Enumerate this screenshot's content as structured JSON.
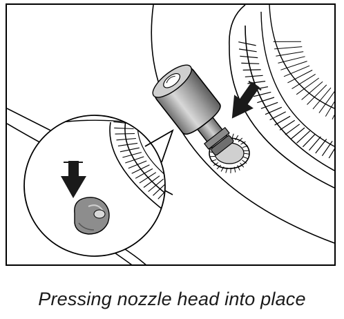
{
  "caption": "Pressing nozzle head into place",
  "colors": {
    "line": "#000000",
    "part_shade": "#7a7a7a",
    "part_mid": "#b8b8b8",
    "background": "#ffffff"
  },
  "illustration": {
    "subject": "nozzle head",
    "icons": [
      "press-direction-arrow-icon",
      "magnifier-callout"
    ]
  }
}
